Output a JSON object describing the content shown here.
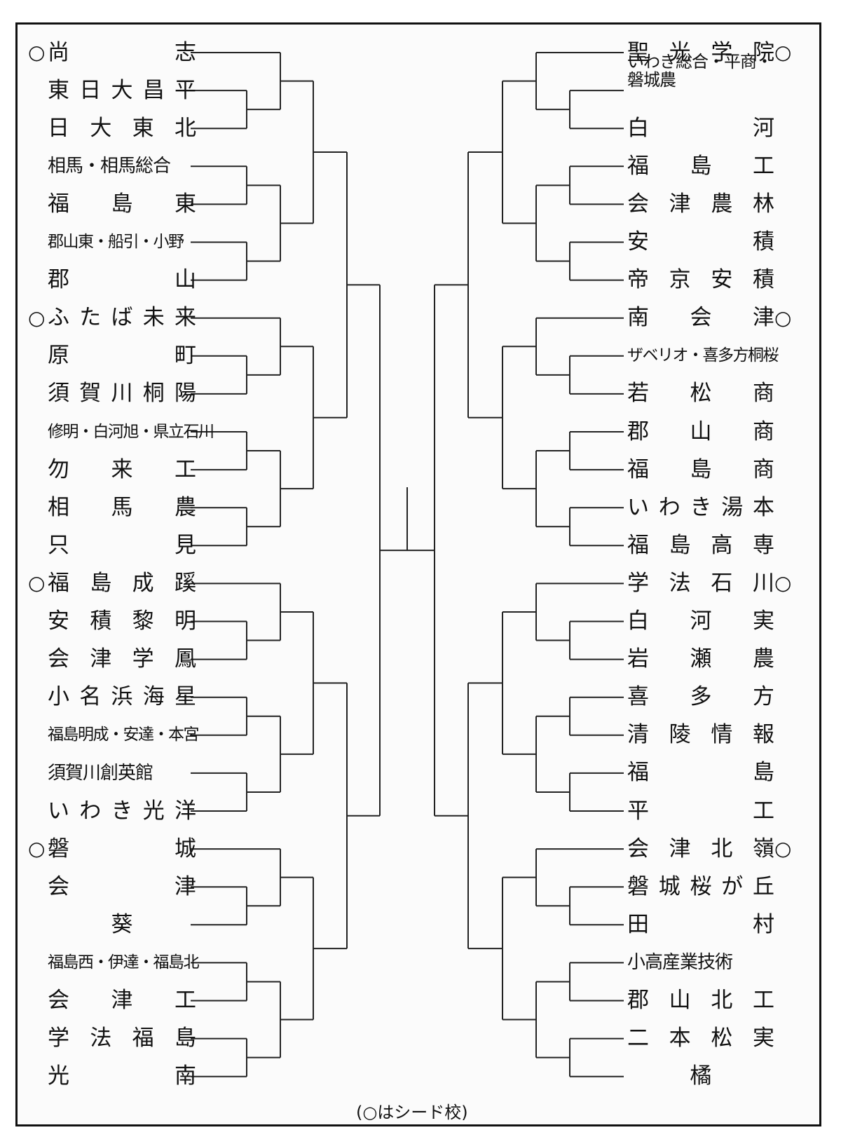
{
  "seed_mark": "○",
  "note": "(○はシード校)",
  "left_teams": [
    {
      "name": "尚志",
      "seed": true,
      "style": "spread"
    },
    {
      "name": "東日大昌平",
      "seed": false,
      "style": "spread"
    },
    {
      "name": "日大東北",
      "seed": false,
      "style": "spread"
    },
    {
      "name": "相馬・相馬総合",
      "seed": false,
      "style": "small"
    },
    {
      "name": "福島東",
      "seed": false,
      "style": "spread"
    },
    {
      "name": "郡山東・船引・小野",
      "seed": false,
      "style": "xsmall"
    },
    {
      "name": "郡山",
      "seed": false,
      "style": "spread"
    },
    {
      "name": "ふたば未来",
      "seed": true,
      "style": "spread"
    },
    {
      "name": "原町",
      "seed": false,
      "style": "spread"
    },
    {
      "name": "須賀川桐陽",
      "seed": false,
      "style": "spread"
    },
    {
      "name": "修明・白河旭・県立石川",
      "seed": false,
      "style": "xsmall"
    },
    {
      "name": "勿来工",
      "seed": false,
      "style": "spread"
    },
    {
      "name": "相馬農",
      "seed": false,
      "style": "spread"
    },
    {
      "name": "只見",
      "seed": false,
      "style": "spread"
    },
    {
      "name": "福島成蹊",
      "seed": true,
      "style": "spread"
    },
    {
      "name": "安積黎明",
      "seed": false,
      "style": "spread"
    },
    {
      "name": "会津学鳳",
      "seed": false,
      "style": "spread"
    },
    {
      "name": "小名浜海星",
      "seed": false,
      "style": "spread"
    },
    {
      "name": "福島明成・安達・本宮",
      "seed": false,
      "style": "xsmall"
    },
    {
      "name": "須賀川創英館",
      "seed": false,
      "style": "small"
    },
    {
      "name": "いわき光洋",
      "seed": false,
      "style": "spread"
    },
    {
      "name": "磐城",
      "seed": true,
      "style": "spread"
    },
    {
      "name": "会津",
      "seed": false,
      "style": "spread"
    },
    {
      "name": "葵",
      "seed": false,
      "style": "center"
    },
    {
      "name": "福島西・伊達・福島北",
      "seed": false,
      "style": "xsmall"
    },
    {
      "name": "会津工",
      "seed": false,
      "style": "spread"
    },
    {
      "name": "学法福島",
      "seed": false,
      "style": "spread"
    },
    {
      "name": "光南",
      "seed": false,
      "style": "spread"
    }
  ],
  "right_teams": [
    {
      "name": "聖光学院",
      "seed": true,
      "style": "spread"
    },
    {
      "name": "いわき総合・平商・磐城農",
      "seed": false,
      "style": "two-line"
    },
    {
      "name": "白河",
      "seed": false,
      "style": "spread"
    },
    {
      "name": "福島工",
      "seed": false,
      "style": "spread"
    },
    {
      "name": "会津農林",
      "seed": false,
      "style": "spread"
    },
    {
      "name": "安積",
      "seed": false,
      "style": "spread"
    },
    {
      "name": "帝京安積",
      "seed": false,
      "style": "spread"
    },
    {
      "name": "南会津",
      "seed": true,
      "style": "spread"
    },
    {
      "name": "ザベリオ・喜多方桐桜",
      "seed": false,
      "style": "xsmall"
    },
    {
      "name": "若松商",
      "seed": false,
      "style": "spread"
    },
    {
      "name": "郡山商",
      "seed": false,
      "style": "spread"
    },
    {
      "name": "福島商",
      "seed": false,
      "style": "spread"
    },
    {
      "name": "いわき湯本",
      "seed": false,
      "style": "spread"
    },
    {
      "name": "福島高専",
      "seed": false,
      "style": "spread"
    },
    {
      "name": "学法石川",
      "seed": true,
      "style": "spread"
    },
    {
      "name": "白河実",
      "seed": false,
      "style": "spread"
    },
    {
      "name": "岩瀬農",
      "seed": false,
      "style": "spread"
    },
    {
      "name": "喜多方",
      "seed": false,
      "style": "spread"
    },
    {
      "name": "清陵情報",
      "seed": false,
      "style": "spread"
    },
    {
      "name": "福島",
      "seed": false,
      "style": "spread"
    },
    {
      "name": "平工",
      "seed": false,
      "style": "spread"
    },
    {
      "name": "会津北嶺",
      "seed": true,
      "style": "spread"
    },
    {
      "name": "磐城桜が丘",
      "seed": false,
      "style": "spread"
    },
    {
      "name": "田村",
      "seed": false,
      "style": "spread"
    },
    {
      "name": "小高産業技術",
      "seed": false,
      "style": "small"
    },
    {
      "name": "郡山北工",
      "seed": false,
      "style": "spread"
    },
    {
      "name": "二本松実",
      "seed": false,
      "style": "spread"
    },
    {
      "name": "橘",
      "seed": false,
      "style": "center"
    }
  ],
  "colors": {
    "line": "#222222",
    "text": "#111111",
    "background": "#fbfbfb"
  }
}
